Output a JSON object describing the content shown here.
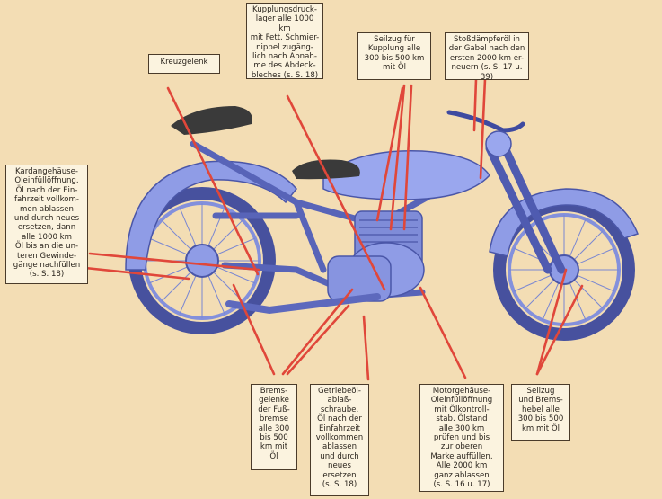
{
  "labels": {
    "kupplungsdrucklager": "Kupplungsdruck-\nlager alle 1000 km\nmit Fett. Schmier-\nnippel zugäng-\nlich nach Abnah-\nme des Abdeck-\nbleches (s. S. 18)",
    "seilzug_kupplung": "Seilzug für\nKupplung alle\n300 bis 500 km\nmit Öl",
    "stossdaempferoel": "Stoßdämpferöl in\nder Gabel nach den\nersten 2000 km er-\nneuern (s. S. 17 u. 39)",
    "kreuzgelenk": "Kreuzgelenk",
    "kardangehaeuse": "Kardangehäuse-\nOleinfüllöffnung.\nÖl nach der Ein-\nfahrzeit vollkom-\nmen ablassen\nund durch neues\nersetzen, dann\nalle 1000 km\nÖl bis an die un-\nteren Gewinde-\ngänge nachfüllen\n(s. S. 18)",
    "bremsgelenke": "Brems-\ngelenke\nder Fuß-\nbremse\nalle 300\nbis 500\nkm mit\nÖl",
    "getriebeoel": "Getriebeöl-\nablaß-\nschraube.\nÖl nach der\nEinfahrzeit\nvollkommen\nablassen\nund durch\nneues\nersetzen\n(s. S. 18)",
    "motorgehaeuse": "Motorgehäuse-\nOleinfüllöffnung\nmit Ölkontroll-\nstab. Ölstand\nalle 300 km\nprüfen und bis\nzur oberen\nMarke auffüllen.\nAlle 2000 km\nganz ablassen\n(s. S. 16 u. 17)",
    "seilzug_brems": "Seilzug\nund Brems-\nhebel alle\n300 bis 500\nkm mit Öl"
  },
  "colors": {
    "background": "#f3ddb4",
    "motorcycle": "#8f9ce6",
    "motorcycle_dark": "#4a56a8",
    "pointer": "#e0473a"
  }
}
